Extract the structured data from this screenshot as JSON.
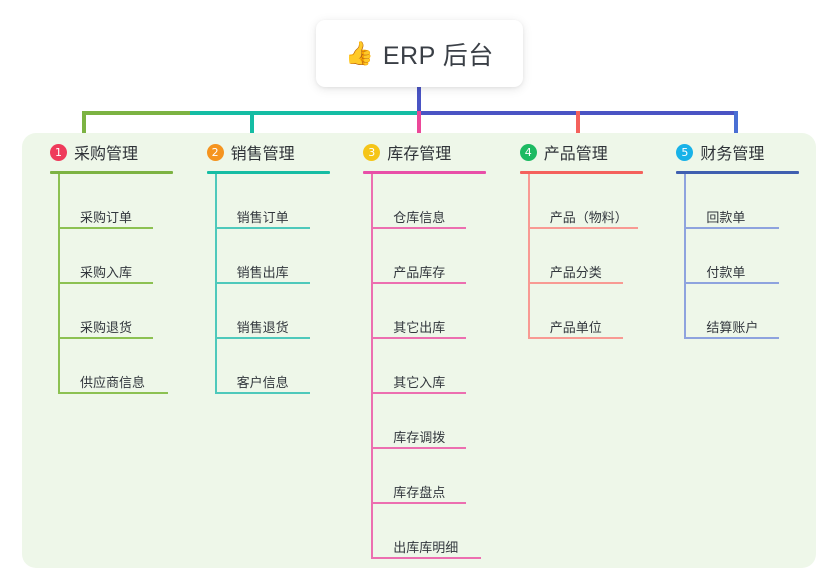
{
  "root": {
    "icon": "thumbs-up-icon",
    "emoji": "👍",
    "title": "ERP 后台"
  },
  "theme": {
    "page_bg": "#ffffff",
    "panel_bg": "#eef7e9",
    "card_bg": "#ffffff",
    "title_color": "#3a3f46",
    "trunk_color": "#4a54c4",
    "bus_green": "#7cb342",
    "bus_teal": "#15bda4",
    "bus_blue": "#4a54c4"
  },
  "columns": [
    {
      "number": "1",
      "title": "采购管理",
      "badge_color": "#ef3b5b",
      "rule_color": "#7cb342",
      "line_color": "#8cc152",
      "drop_color": "#7cb342",
      "items": [
        {
          "label": "采购订单"
        },
        {
          "label": "采购入库"
        },
        {
          "label": "采购退货"
        },
        {
          "label": "供应商信息",
          "wide": true
        }
      ]
    },
    {
      "number": "2",
      "title": "销售管理",
      "badge_color": "#f5941f",
      "rule_color": "#15bda4",
      "line_color": "#4ec9bb",
      "drop_color": "#15bda4",
      "items": [
        {
          "label": "销售订单"
        },
        {
          "label": "销售出库"
        },
        {
          "label": "销售退货"
        },
        {
          "label": "客户信息"
        }
      ]
    },
    {
      "number": "3",
      "title": "库存管理",
      "badge_color": "#f5c518",
      "rule_color": "#e84fa8",
      "line_color": "#ec6fb0",
      "drop_color": "#ec4899",
      "items": [
        {
          "label": "仓库信息"
        },
        {
          "label": "产品库存"
        },
        {
          "label": "其它出库"
        },
        {
          "label": "其它入库"
        },
        {
          "label": "库存调拨"
        },
        {
          "label": "库存盘点"
        },
        {
          "label": "出库库明细",
          "wide": true
        }
      ]
    },
    {
      "number": "4",
      "title": "产品管理",
      "badge_color": "#1dba62",
      "rule_color": "#f4615c",
      "line_color": "#f89a93",
      "drop_color": "#f4615c",
      "items": [
        {
          "label": "产品（物料）",
          "wide": true
        },
        {
          "label": "产品分类"
        },
        {
          "label": "产品单位"
        }
      ]
    },
    {
      "number": "5",
      "title": "财务管理",
      "badge_color": "#18b2e8",
      "rule_color": "#3f5fb0",
      "line_color": "#8ea3de",
      "drop_color": "#4a6fd4",
      "items": [
        {
          "label": "回款单"
        },
        {
          "label": "付款单"
        },
        {
          "label": "结算账户"
        }
      ]
    }
  ]
}
